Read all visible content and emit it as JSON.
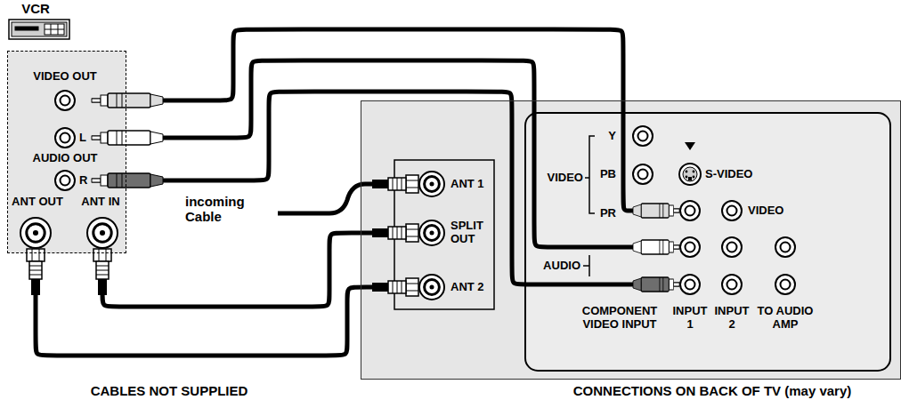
{
  "diagram": {
    "nodes": [
      {
        "text": [
          "VCR"
        ]
      },
      {
        "text": [
          "VIDEO OUT"
        ],
        "in": 0
      },
      {
        "text": [
          "L"
        ],
        "in": 0
      },
      {
        "text": [
          "R"
        ],
        "in": 0
      },
      {
        "text": [
          "ANT OUT"
        ],
        "in": 0
      },
      {
        "text": [
          "ANT IN"
        ],
        "in": 0
      },
      {
        "text": [
          "CONNECTIONS ON BACK OF TV (may vary)"
        ]
      },
      {
        "text": [
          "ANT 1"
        ],
        "in": 6
      },
      {
        "text": [
          "SPLIT OUT"
        ],
        "in": 6
      },
      {
        "text": [
          "ANT 2"
        ],
        "in": 6
      },
      {
        "text": [
          "COMPONENT VIDEO INPUT"
        ],
        "in": 6
      },
      {
        "text": [
          "INPUT 1"
        ],
        "in": 6
      },
      {
        "text": [
          "INPUT 2"
        ],
        "in": 6
      },
      {
        "text": [
          "TO AUDIO AMP"
        ],
        "in": 6
      }
    ],
    "edges": [
      {
        "from": 1,
        "to": 11,
        "arrow": "none"
      },
      {
        "from": 2,
        "to": 11,
        "arrow": "none"
      },
      {
        "from": 3,
        "to": 11,
        "arrow": "none"
      },
      {
        "from": 8,
        "to": 5,
        "arrow": "none"
      },
      {
        "from": 4,
        "to": 9,
        "arrow": "none"
      }
    ],
    "labels": [
      "incoming Cable",
      "AUDIO OUT",
      "Y",
      "PB",
      "PR",
      "VIDEO",
      "S-VIDEO",
      "VIDEO",
      "AUDIO",
      "CABLES NOT SUPPLIED"
    ]
  }
}
